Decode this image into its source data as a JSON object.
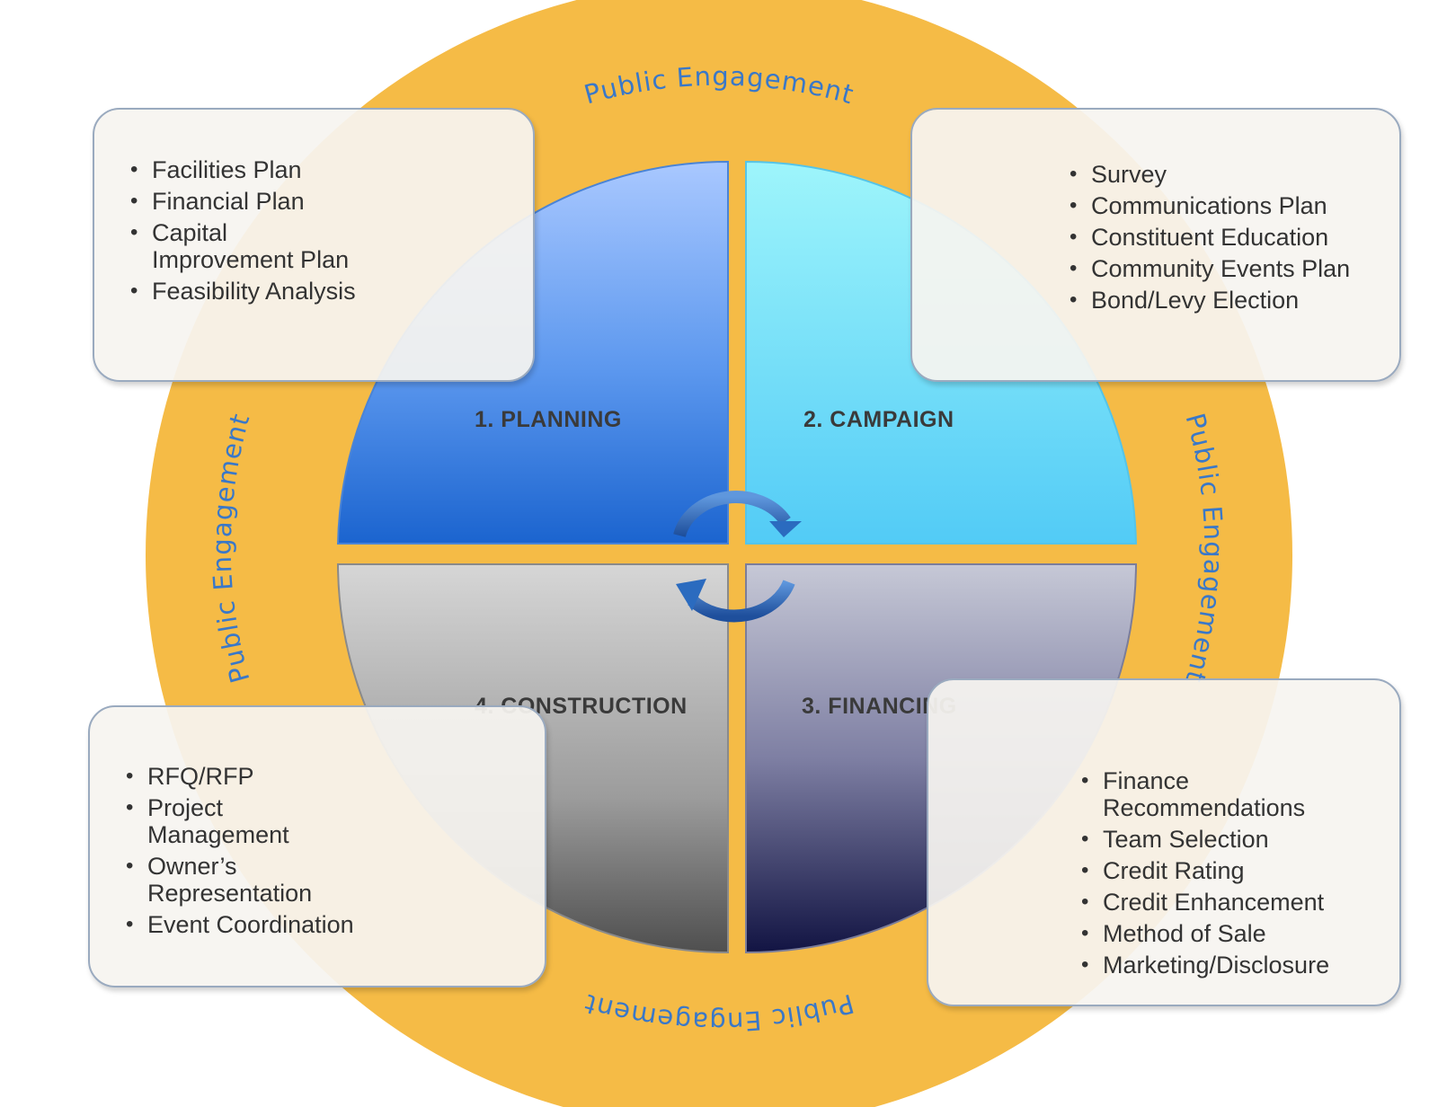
{
  "ring_label": "Public Engagement",
  "colors": {
    "ring": "#f5bb46",
    "planning": "#2f7fe6",
    "campaign": "#6ee0fb",
    "construction": "#8e8e8e",
    "financing": "#262a63",
    "arrow": "#2b6bbf",
    "ring_text": "#3a78c8"
  },
  "quadrants": [
    {
      "label": "1. PLANNING"
    },
    {
      "label": "2. CAMPAIGN"
    },
    {
      "label": "3. FINANCING"
    },
    {
      "label": "4. CONSTRUCTION"
    }
  ],
  "boxes": {
    "planning": [
      "Facilities Plan",
      "Financial Plan",
      "Capital\nImprovement Plan",
      "Feasibility Analysis"
    ],
    "campaign": [
      "Survey",
      "Communications Plan",
      "Constituent Education",
      "Community Events Plan",
      "Bond/Levy Election"
    ],
    "construction": [
      "RFQ/RFP",
      "Project\nManagement",
      "Owner’s\nRepresentation",
      "Event Coordination"
    ],
    "financing": [
      "Finance\nRecommendations",
      "Team Selection",
      "Credit Rating",
      "Credit Enhancement",
      "Method of Sale",
      "Marketing/Disclosure"
    ]
  }
}
